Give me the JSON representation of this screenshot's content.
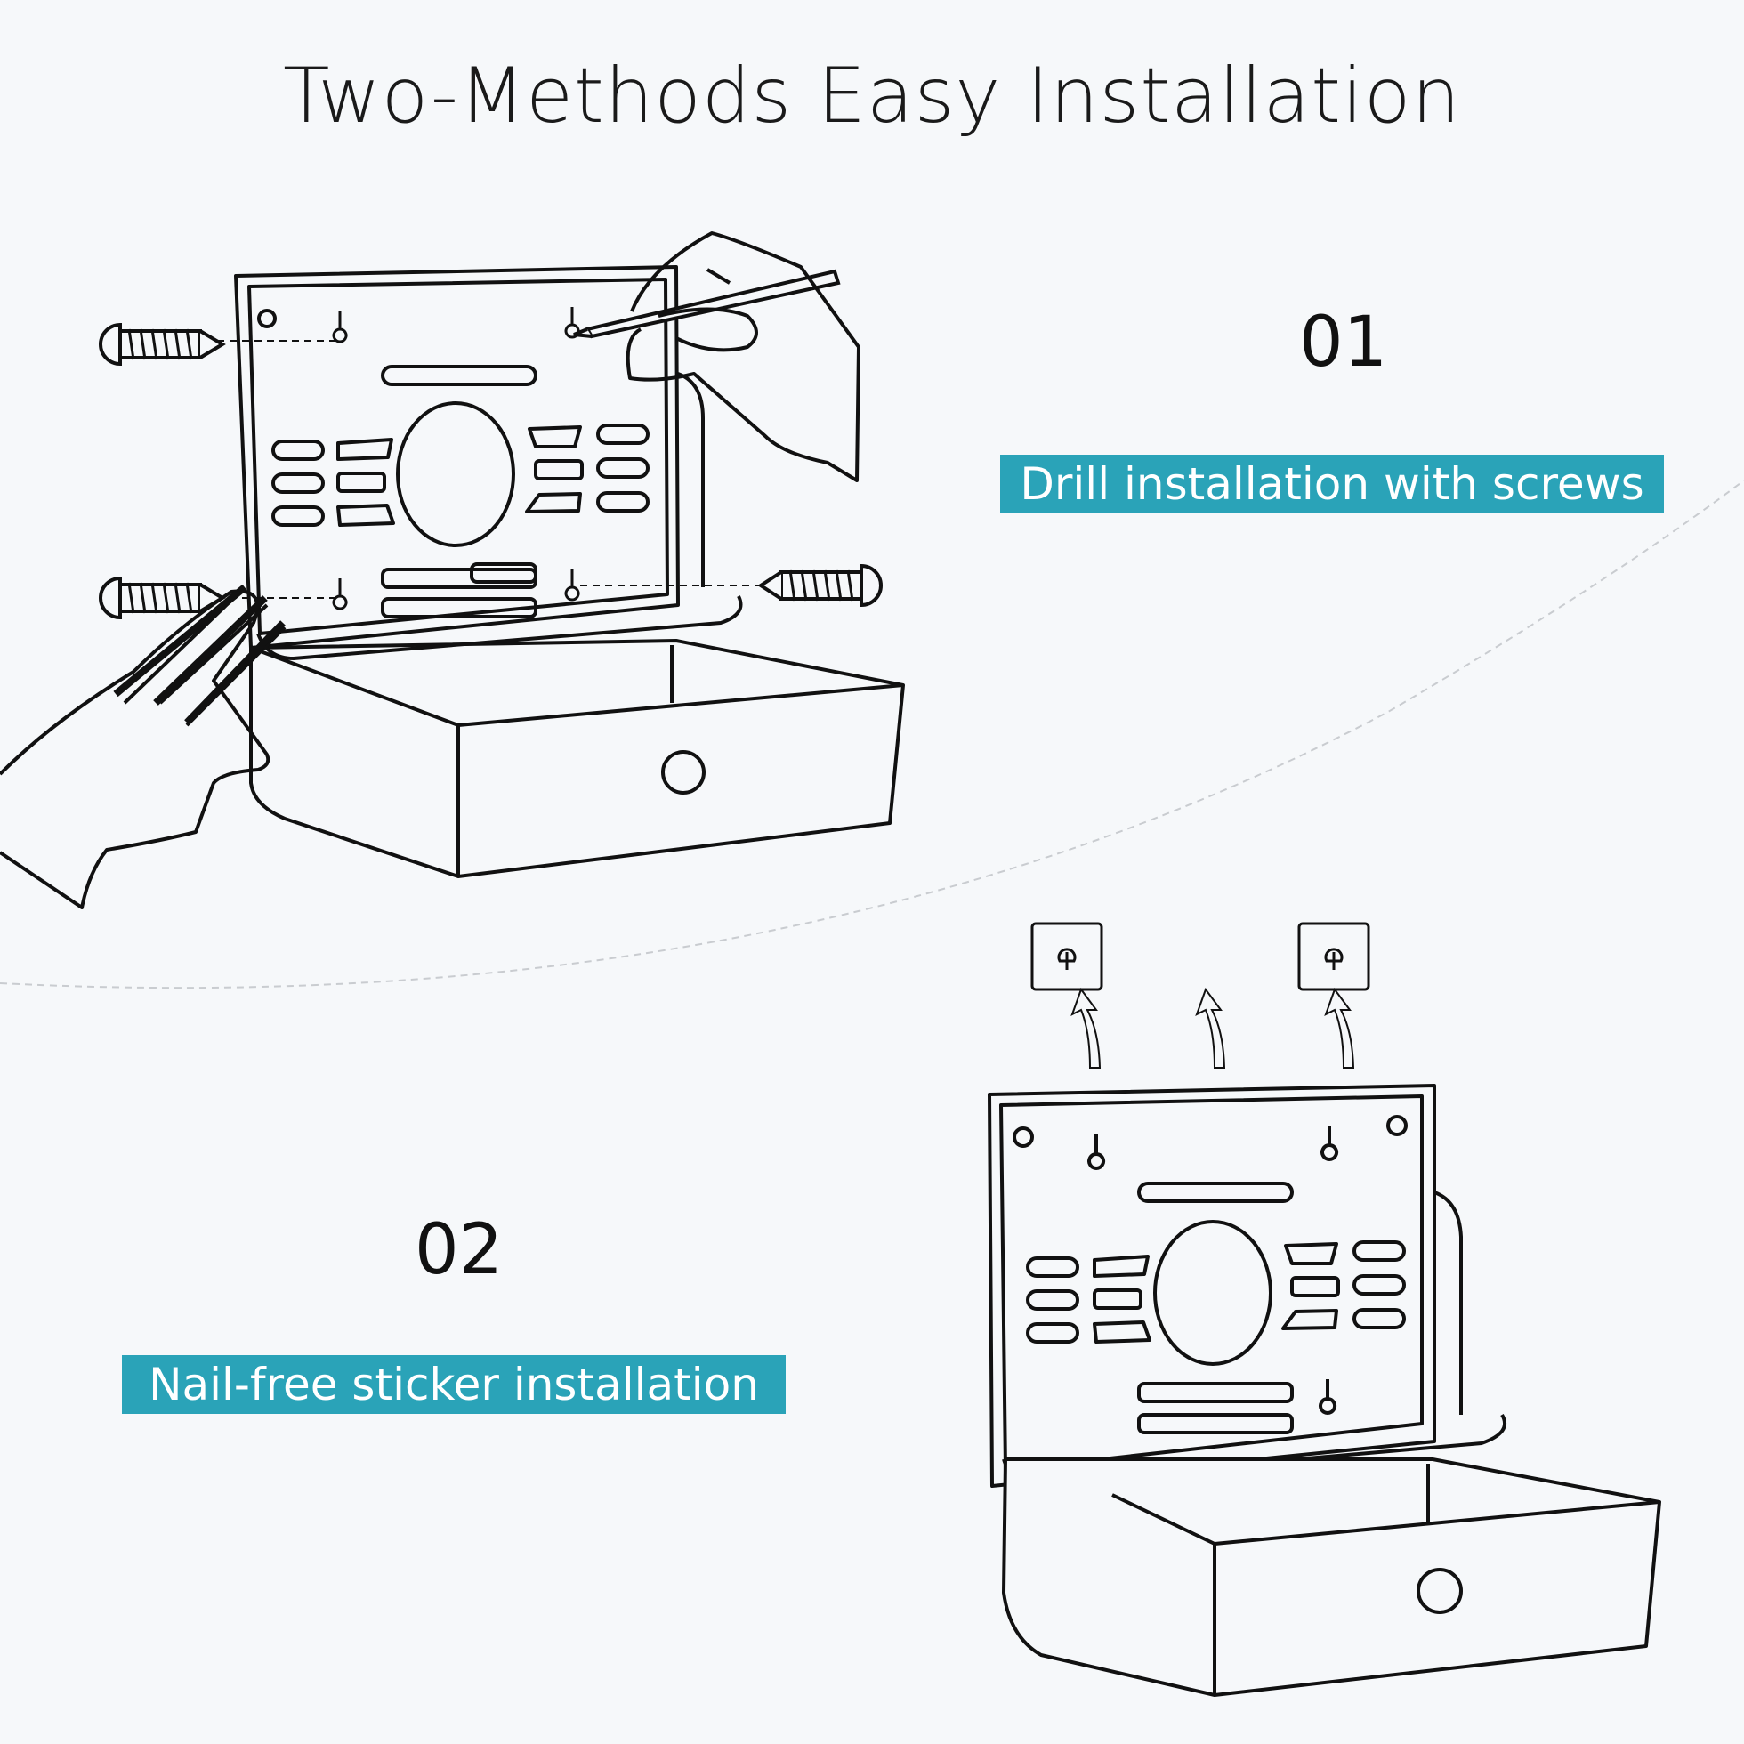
{
  "title": "Two-Methods Easy Installation",
  "method1": {
    "number": "01",
    "label": "Drill installation with screws"
  },
  "method2": {
    "number": "02",
    "label": "Nail-free sticker installation"
  },
  "colors": {
    "accent": "#2aa3b8",
    "background": "#f6f8fa",
    "line": "#111111"
  },
  "icons": [
    "screw-icon",
    "hand-icon",
    "pencil-icon",
    "keyhole-icon",
    "arrow-up-icon"
  ]
}
